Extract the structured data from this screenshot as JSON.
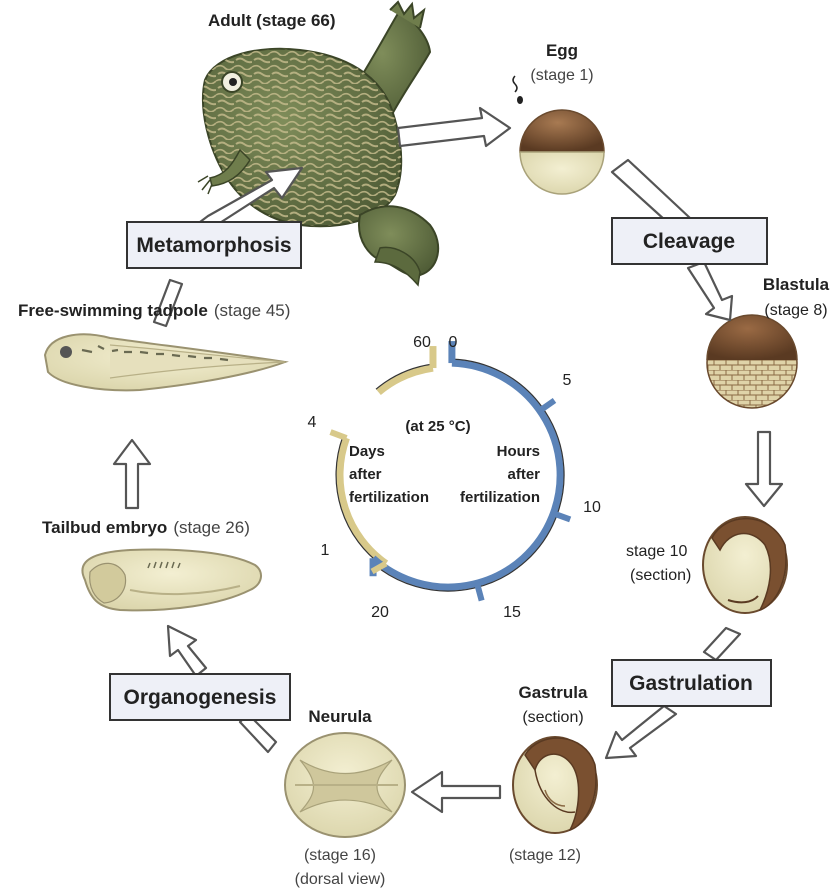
{
  "stages": {
    "adult": {
      "name": "Adult (stage 66)"
    },
    "egg": {
      "name": "Egg",
      "stage": "(stage 1)"
    },
    "blastula": {
      "name": "Blastula",
      "stage": "(stage 8)"
    },
    "stage10": {
      "line1": "stage 10",
      "line2": "(section)"
    },
    "gastrula": {
      "name": "Gastrula",
      "detail": "(section)",
      "stage": "(stage 12)"
    },
    "neurula": {
      "name": "Neurula",
      "stage": "(stage 16)",
      "view": "(dorsal view)"
    },
    "tailbud": {
      "name": "Tailbud embryo",
      "stage": "(stage 26)"
    },
    "tadpole": {
      "name": "Free-swimming tadpole",
      "stage": "(stage 45)"
    }
  },
  "processes": {
    "cleavage": "Cleavage",
    "gastrulation": "Gastrulation",
    "organogenesis": "Organogenesis",
    "metamorphosis": "Metamorphosis"
  },
  "timeline": {
    "temperature": "(at 25 °C)",
    "days_label": [
      "Days",
      "after",
      "fertilization"
    ],
    "hours_label": [
      "Hours",
      "after",
      "fertilization"
    ],
    "days_ticks": [
      "60",
      "4",
      "1"
    ],
    "hours_ticks": [
      "0",
      "5",
      "10",
      "15",
      "20"
    ],
    "colors": {
      "days": "#d8c98a",
      "hours": "#5b83b8",
      "outline": "#333333"
    }
  }
}
